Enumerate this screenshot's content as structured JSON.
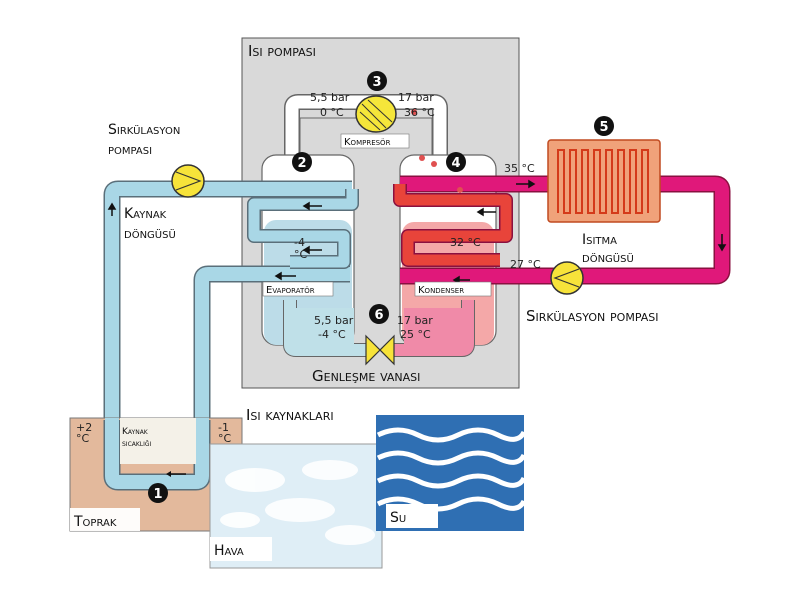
{
  "heat_pump_label": "Isı pompası",
  "compressor_label": "Kompresör",
  "evaporator_label": "Evaporatör",
  "condenser_label": "Kondenser",
  "expansion_valve_label": "Genleşme vanası",
  "source_circ_pump_label": "Sirkülasyon pompası",
  "heating_circ_pump_label": "Sirkülasyon pompası",
  "source_loop_label": "Kaynak döngüsü",
  "heating_loop_label": "Isıtma döngüsü",
  "heat_sources_label": "Isı kaynakları",
  "ground_label": "Toprak",
  "air_label": "Hava",
  "water_label": "Su",
  "source_temp_label": "Kaynak sıcaklığı",
  "ground_in_temp": "+2 °C",
  "ground_out_temp": "-1 °C",
  "evap_temp": "-4 °C",
  "cond_temp": "32 °C",
  "supply_temp": "35 °C",
  "return_temp": "27 °C",
  "comp_in_pressure": "5,5 bar",
  "comp_in_temp": "0 °C",
  "comp_out_pressure": "17 bar",
  "comp_out_temp": "36 °C",
  "valve_in_pressure": "17 bar",
  "valve_in_temp": "25 °C",
  "valve_out_pressure": "5,5 bar",
  "valve_out_temp": "-4 °C",
  "markers": {
    "m1": "1",
    "m2": "2",
    "m3": "3",
    "m4": "4",
    "m5": "5",
    "m6": "6"
  }
}
